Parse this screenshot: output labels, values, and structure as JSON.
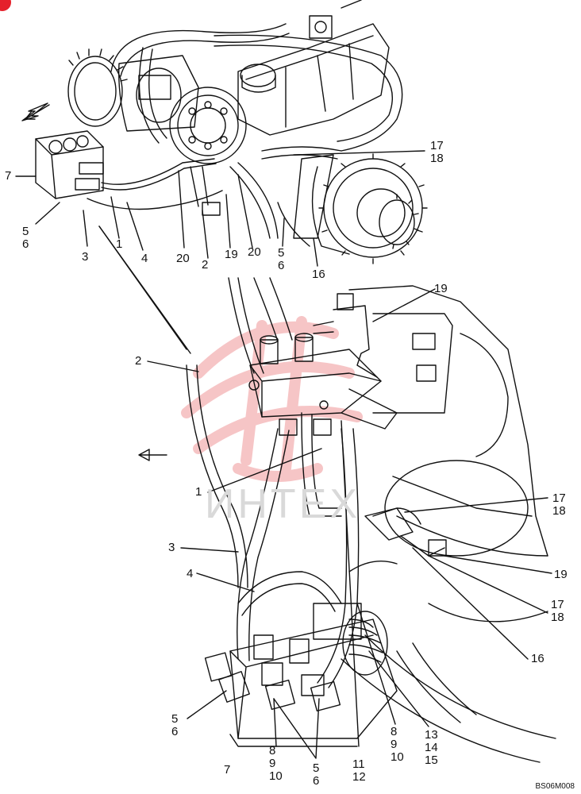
{
  "watermark_text": "ИНТЕХ",
  "drawing_code": "BS06M008",
  "colors": {
    "line": "#111111",
    "watermark_logo": "#f4b7b9",
    "watermark_text": "#d9d9d9",
    "corner_badge": "#e5202b"
  },
  "callouts": {
    "top": {
      "c7": "7",
      "c5_6": "5\n6",
      "c3": "3",
      "c1": "1",
      "c4": "4",
      "c20a": "20",
      "c2": "2",
      "c19": "19",
      "c20b": "20",
      "c5_6b": "5\n6",
      "c16": "16",
      "c17_18": "17\n18"
    },
    "bottom": {
      "c19": "19",
      "c2": "2",
      "c1": "1",
      "c17_18a": "17\n18",
      "c3": "3",
      "c4": "4",
      "c19b": "19",
      "c17_18b": "17\n18",
      "c16": "16",
      "c5_6a": "5\n6",
      "c7": "7",
      "c8_9_10a": "8\n9\n10",
      "c5_6b": "5\n6",
      "c11_12": "11\n12",
      "c8_9_10b": "8\n9\n10",
      "c13_14_15": "13\n14\n15"
    }
  }
}
